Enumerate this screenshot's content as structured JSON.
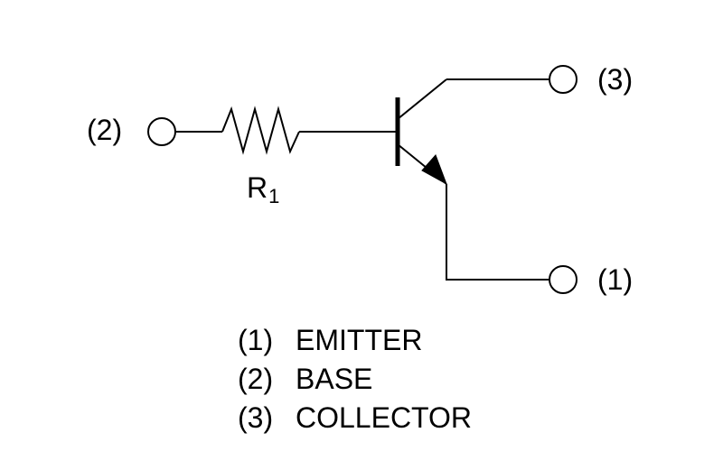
{
  "terminals": {
    "collector_pin": "(3)",
    "base_pin": "(2)",
    "emitter_pin": "(1)"
  },
  "resistor": {
    "name": "R",
    "subscript": "1"
  },
  "legend": [
    {
      "number": "(1)",
      "name": "EMITTER"
    },
    {
      "number": "(2)",
      "name": "BASE"
    },
    {
      "number": "(3)",
      "name": "COLLECTOR"
    }
  ],
  "colors": {
    "line": "#000000",
    "background": "#ffffff"
  }
}
